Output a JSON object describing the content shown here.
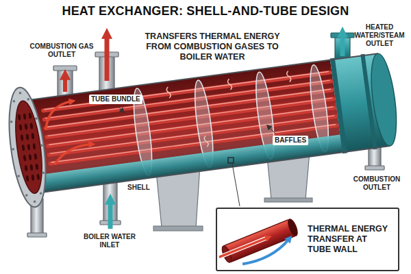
{
  "diagram": {
    "title": "HEAT EXCHANGER: SHELL-AND-TUBE DESIGN",
    "nodes": [
      {
        "text": [
          "THERMAL ENERGY TRANSFER AT TUBE WALL"
        ]
      }
    ],
    "labels": [
      "COMBUSTION GAS OUTLET",
      "TRANSFERS THERMAL ENERGY FROM COMBUSTION GASES TO BOILER WATER",
      "HEATED WATER/STEAM OUTLET",
      "TUBE BUNDLE",
      "BAFFLES",
      "COMBUSTION OUTLET",
      "SHELL",
      "BOILER WATER INLET"
    ]
  }
}
